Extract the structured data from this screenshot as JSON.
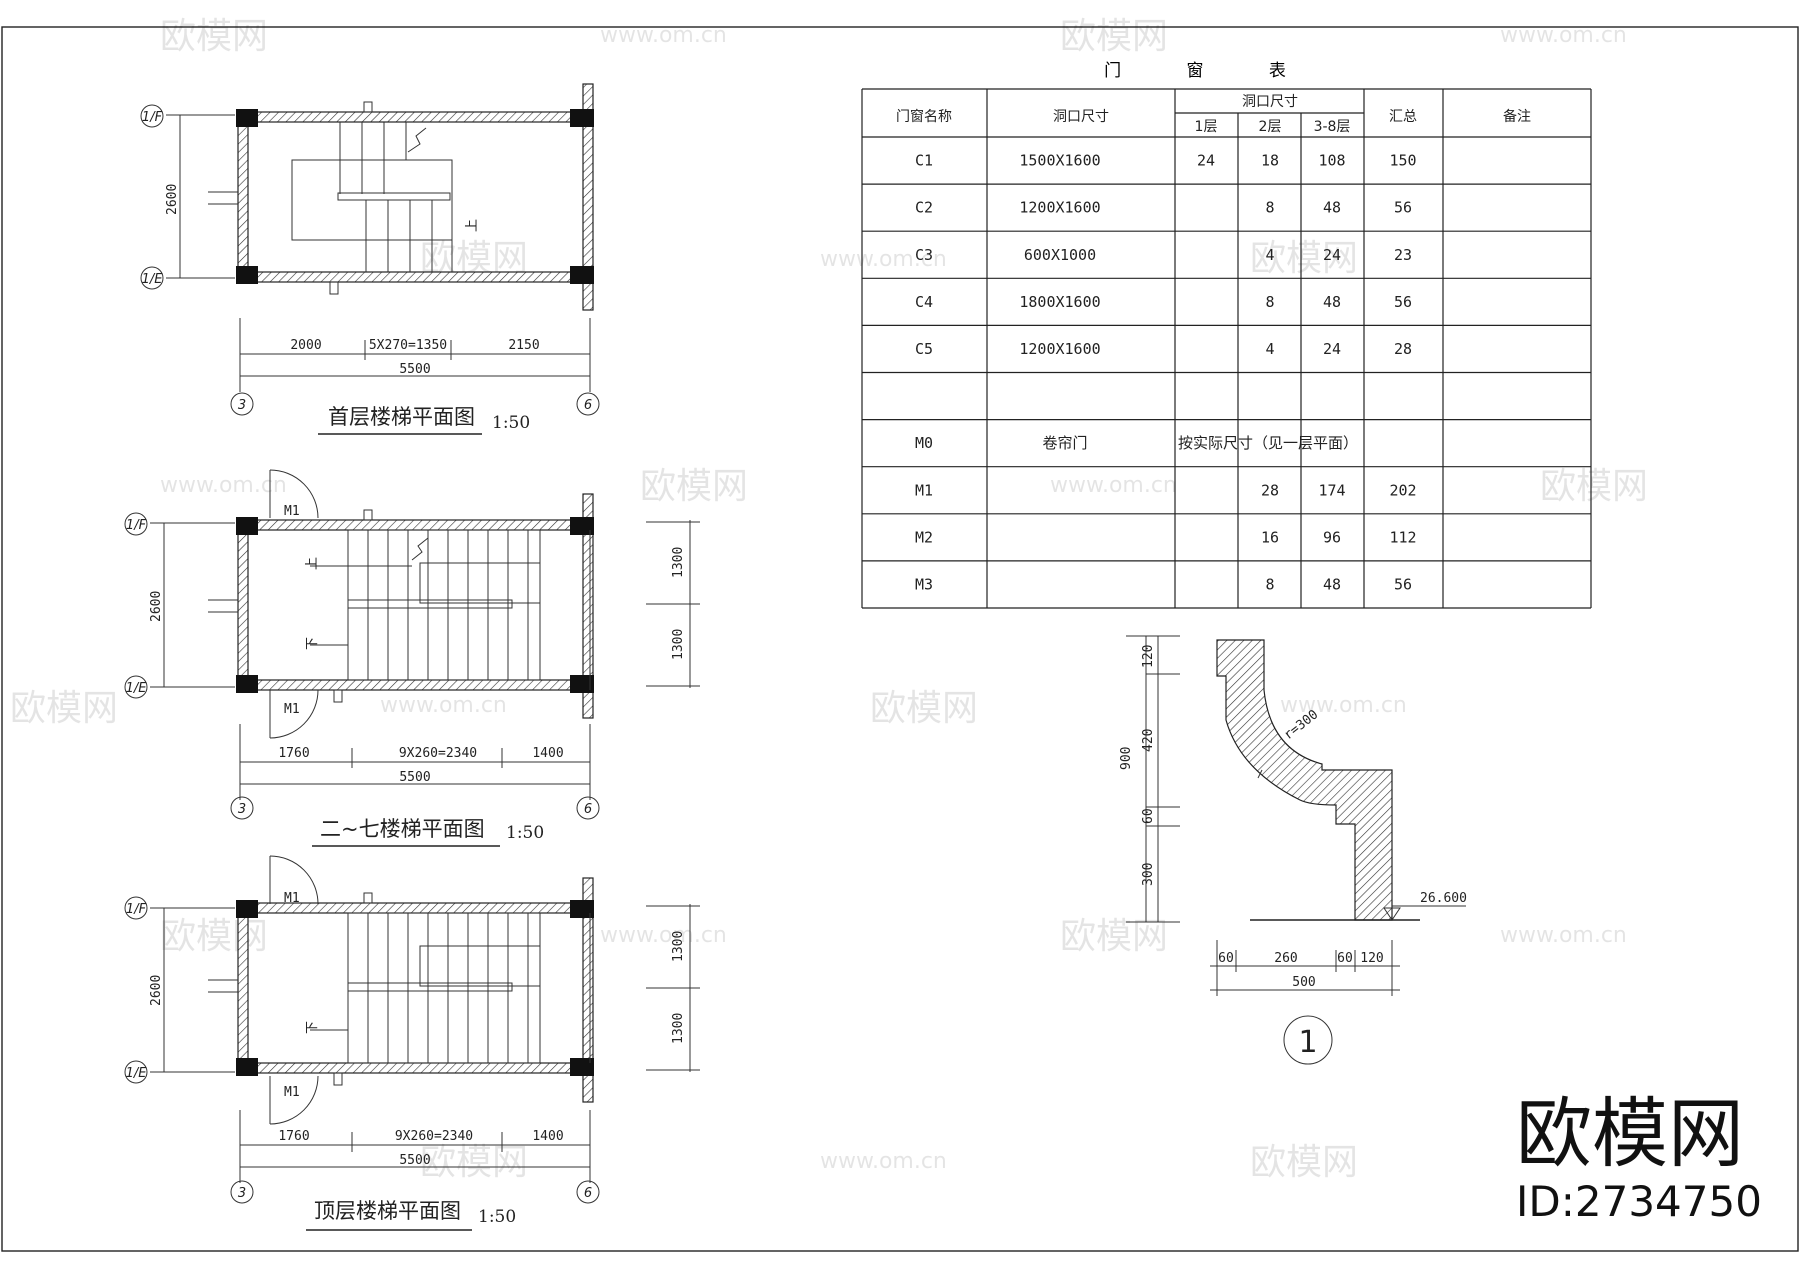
{
  "watermark": {
    "brand": "欧模网",
    "site": "www.om.cn"
  },
  "stamp": {
    "brand": "欧模网",
    "id": "ID:2734750"
  },
  "table": {
    "title": "门 窗 表",
    "headers": {
      "name": "门窗名称",
      "size": "洞口尺寸",
      "opening_group": "洞口尺寸",
      "floor1": "1层",
      "floor2": "2层",
      "floor3_8": "3-8层",
      "total": "汇总",
      "remark": "备注"
    },
    "rows": [
      {
        "name": "C1",
        "size": "1500X1600",
        "f1": "24",
        "f2": "18",
        "f3": "108",
        "total": "150"
      },
      {
        "name": "C2",
        "size": "1200X1600",
        "f1": "",
        "f2": "8",
        "f3": "48",
        "total": "56"
      },
      {
        "name": "C3",
        "size": "600X1000",
        "f1": "",
        "f2": "4",
        "f3": "24",
        "total": "23"
      },
      {
        "name": "C4",
        "size": "1800X1600",
        "f1": "",
        "f2": "8",
        "f3": "48",
        "total": "56"
      },
      {
        "name": "C5",
        "size": "1200X1600",
        "f1": "",
        "f2": "4",
        "f3": "24",
        "total": "28"
      },
      {
        "name": "",
        "size": "",
        "f1": "",
        "f2": "",
        "f3": "",
        "total": ""
      },
      {
        "name": "M0",
        "size": "卷帘门",
        "f1": "",
        "f2": "",
        "f3": "",
        "total": "",
        "note": "按实际尺寸（见一层平面）"
      },
      {
        "name": "M1",
        "size": "",
        "f1": "",
        "f2": "28",
        "f3": "174",
        "total": "202"
      },
      {
        "name": "M2",
        "size": "",
        "f1": "",
        "f2": "16",
        "f3": "96",
        "total": "112"
      },
      {
        "name": "M3",
        "size": "",
        "f1": "",
        "f2": "8",
        "f3": "48",
        "total": "56"
      }
    ]
  },
  "plans": [
    {
      "title": "首层楼梯平面图",
      "scale": "1:50",
      "axis_top": "1/F",
      "axis_bottom": "1/E",
      "axis_left": "3",
      "axis_right": "6",
      "dim_vertical": "2600",
      "dims": [
        "2000",
        "5X270=1350",
        "2150"
      ],
      "dim_total": "5500",
      "stair_label": "上",
      "door_label": ""
    },
    {
      "title": "二~七楼梯平面图",
      "scale": "1:50",
      "axis_top": "1/F",
      "axis_bottom": "1/E",
      "axis_left": "3",
      "axis_right": "6",
      "dim_vertical": "2600",
      "dim_right": [
        "1300",
        "1300"
      ],
      "dims": [
        "1760",
        "9X260=2340",
        "1400"
      ],
      "dim_total": "5500",
      "stair_up": "上",
      "stair_down": "下",
      "door_label": "M1"
    },
    {
      "title": "顶层楼梯平面图",
      "scale": "1:50",
      "axis_top": "1/F",
      "axis_bottom": "1/E",
      "axis_left": "3",
      "axis_right": "6",
      "dim_vertical": "2600",
      "dim_right": [
        "1300",
        "1300"
      ],
      "dims": [
        "1760",
        "9X260=2340",
        "1400"
      ],
      "dim_total": "5500",
      "stair_down": "下",
      "door_label": "M1"
    }
  ],
  "detail": {
    "radius": "r=300",
    "dims_vertical": [
      "120",
      "420",
      "60",
      "300"
    ],
    "dim_total_vertical": "900",
    "dims_horizontal": [
      "60",
      "260",
      "60",
      "120"
    ],
    "dim_total_horizontal": "500",
    "elevation": "26.600",
    "marker": "1"
  }
}
